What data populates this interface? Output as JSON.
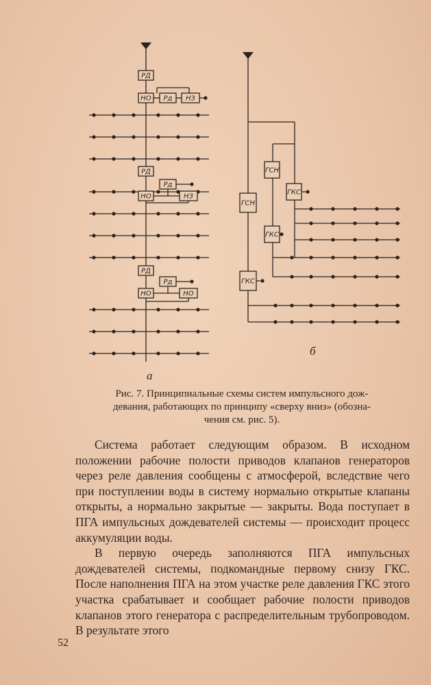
{
  "figure": {
    "labels": {
      "rd": "РД",
      "no": "НО",
      "nz": "НЗ",
      "ra": "Рд",
      "gsn": "ГСН",
      "gks": "ГКС"
    },
    "sublabel_a": "а",
    "sublabel_b": "б"
  },
  "caption": {
    "line1": "Рис. 7. Принципиальные схемы систем импульсного дож-",
    "line2": "девания, работающих по принципу «сверху вниз» (обозна-",
    "line3": "чения см. рис. 5)."
  },
  "paragraphs": [
    "Система работает следующим образом. В исходном положении рабочие полости приводов клапанов генераторов через реле давления сообщены с атмосферой, вследствие чего при поступлении воды в систему нормально открытые клапаны открыты, а нормально закрытые — закрыты. Вода поступает в ПГА импульсных дождевателей системы — происходит процесс аккумуляции воды.",
    "В первую очередь заполняются ПГА импульсных дождевателей системы, подкомандные первому снизу ГКС. После наполнения ПГА на этом участке реле давления ГКС этого участка срабатывает и сообщает рабочие полости приводов клапанов этого генератора с распределительным трубопроводом. В результате этого"
  ],
  "page_number": "52"
}
